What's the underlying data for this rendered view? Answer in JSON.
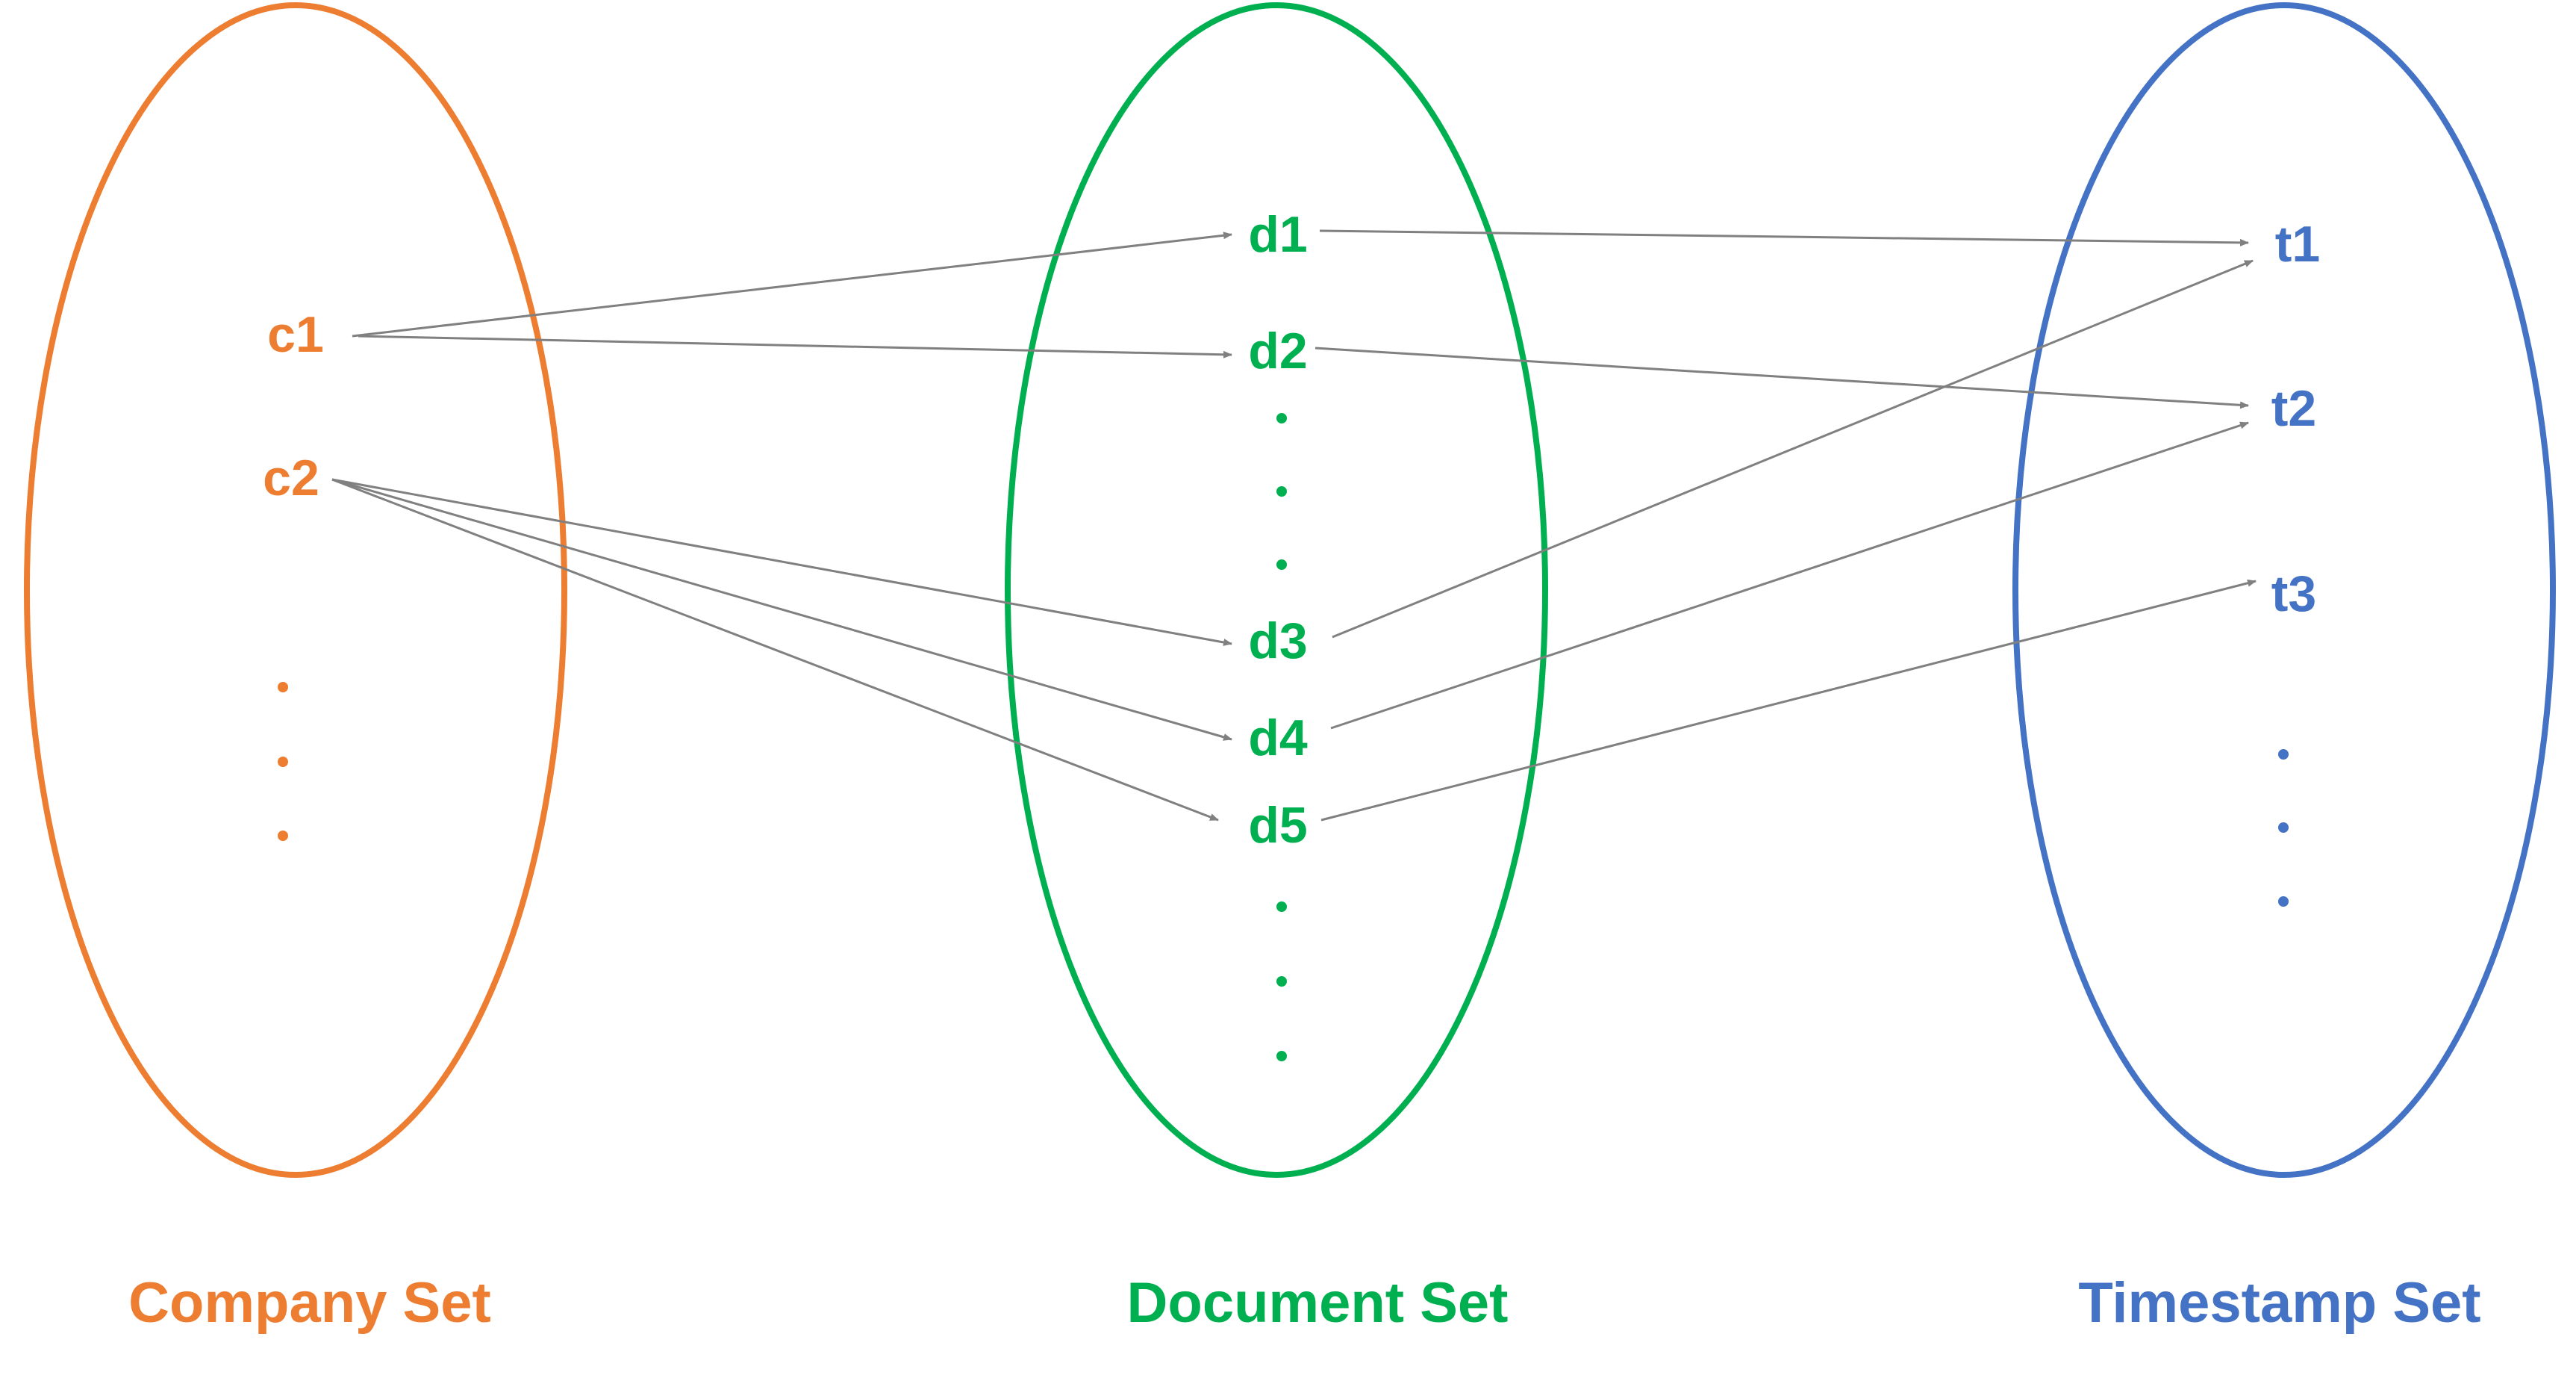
{
  "colors": {
    "company": "#ED7D31",
    "document": "#00B050",
    "timestamp": "#4472C4",
    "edge": "#808080"
  },
  "sets": {
    "company": {
      "title": "Company Set",
      "nodes": [
        "c1",
        "c2"
      ],
      "continuation": "…"
    },
    "document": {
      "title": "Document Set",
      "nodes": [
        "d1",
        "d2",
        "d3",
        "d4",
        "d5"
      ],
      "continuation": "…"
    },
    "timestamp": {
      "title": "Timestamp Set",
      "nodes": [
        "t1",
        "t2",
        "t3"
      ],
      "continuation": "…"
    }
  },
  "edges": [
    {
      "from": "c1",
      "to": "d1"
    },
    {
      "from": "c1",
      "to": "d2"
    },
    {
      "from": "c2",
      "to": "d3"
    },
    {
      "from": "c2",
      "to": "d4"
    },
    {
      "from": "c2",
      "to": "d5"
    },
    {
      "from": "d1",
      "to": "t1"
    },
    {
      "from": "d2",
      "to": "t2"
    },
    {
      "from": "d3",
      "to": "t1"
    },
    {
      "from": "d4",
      "to": "t2"
    },
    {
      "from": "d5",
      "to": "t3"
    }
  ]
}
